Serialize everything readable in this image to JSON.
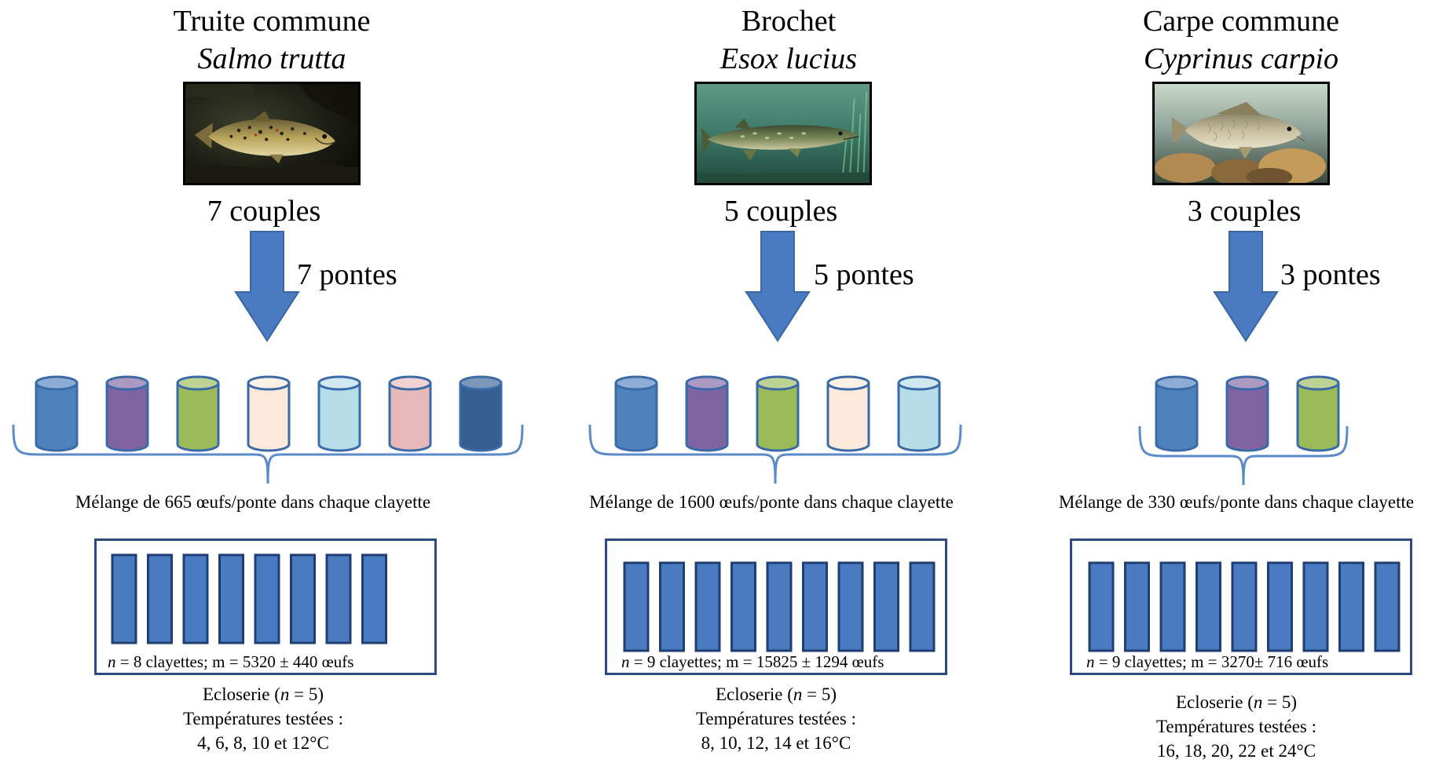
{
  "colors": {
    "arrow": "#4a7bc0",
    "arrow_edge": "#3a66a6",
    "bracket": "#5b8ac8",
    "tray_fill": "#4a7bc0",
    "tray_edge": "#1f3e74",
    "box_edge": "#2a4a80",
    "tube_edge": "#3b6aa8",
    "tube_palette": [
      "#4f81bd",
      "#8064a2",
      "#9bbb59",
      "#fde9d9",
      "#b7dde8",
      "#e6b9b8",
      "#365f91"
    ]
  },
  "species": [
    {
      "id": "trout",
      "name": "Truite commune",
      "scientific": "Salmo trutta",
      "photo_icon": "trout-photo",
      "couples": "7 couples",
      "pontes": "7 pontes",
      "tube_count": 7,
      "mix_text": "Mélange de 665 œufs/ponte dans chaque clayette",
      "tray_count": 8,
      "stats_n": "n",
      "stats_text": " = 8 clayettes; m = 5320 ± 440 œufs",
      "hatchery": "Ecloserie (",
      "hatchery_n": "n",
      "hatchery_end": " = 5)",
      "temps_label": "Températures testées :",
      "temps": "4, 6, 8, 10 et 12°C"
    },
    {
      "id": "pike",
      "name": "Brochet",
      "scientific": "Esox lucius",
      "photo_icon": "pike-photo",
      "couples": "5 couples",
      "pontes": "5 pontes",
      "tube_count": 5,
      "mix_text": "Mélange de 1600 œufs/ponte dans chaque clayette",
      "tray_count": 9,
      "stats_n": "n",
      "stats_text": " = 9 clayettes; m = 15825 ± 1294 œufs",
      "hatchery": "Ecloserie (",
      "hatchery_n": "n",
      "hatchery_end": " = 5)",
      "temps_label": "Températures testées :",
      "temps": "8, 10, 12, 14 et 16°C"
    },
    {
      "id": "carp",
      "name": "Carpe commune",
      "scientific": "Cyprinus carpio",
      "photo_icon": "carp-photo",
      "couples": "3 couples",
      "pontes": "3 pontes",
      "tube_count": 3,
      "mix_text": "Mélange de 330 œufs/ponte dans chaque clayette",
      "tray_count": 9,
      "stats_n": "n",
      "stats_text": " = 9 clayettes; m = 3270± 716 œufs",
      "hatchery": "Ecloserie (",
      "hatchery_n": "n",
      "hatchery_end": " = 5)",
      "temps_label": "Températures testées :",
      "temps": "16, 18, 20, 22 et 24°C"
    }
  ]
}
